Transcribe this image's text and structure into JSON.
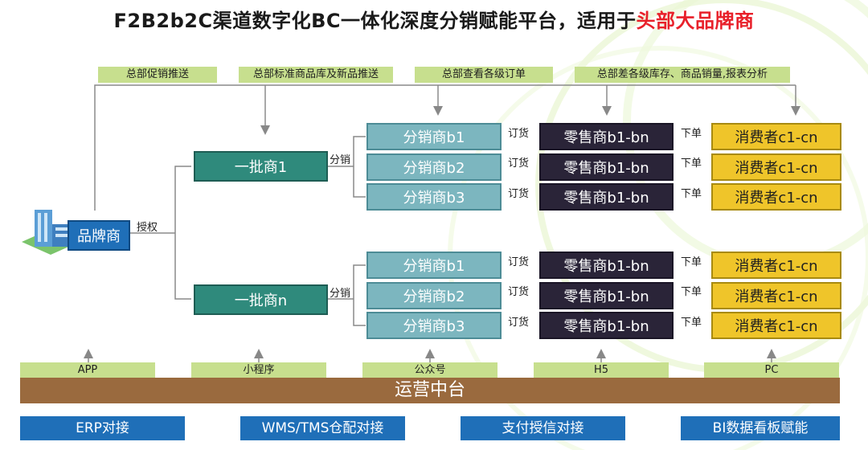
{
  "title": {
    "main": "F2B2b2C渠道数字化BC一体化深度分销赋能平台，适用于",
    "highlight": "头部大品牌商"
  },
  "top_tags": [
    "总部促销推送",
    "总部标准商品库及新品推送",
    "总部查看各级订单",
    "总部差各级库存、商品销量,报表分析"
  ],
  "brand": {
    "label": "品牌商",
    "auth_label": "授权"
  },
  "first_tier": [
    {
      "label": "一批商1",
      "edge_label": "分销"
    },
    {
      "label": "一批商n",
      "edge_label": "分销"
    }
  ],
  "groups": [
    {
      "rows": [
        {
          "dist": "分销商b1",
          "order": "订货",
          "retail": "零售商b1-bn",
          "place": "下单",
          "consumer": "消费者c1-cn"
        },
        {
          "dist": "分销商b2",
          "order": "订货",
          "retail": "零售商b1-bn",
          "place": "下单",
          "consumer": "消费者c1-cn"
        },
        {
          "dist": "分销商b3",
          "order": "订货",
          "retail": "零售商b1-bn",
          "place": "下单",
          "consumer": "消费者c1-cn"
        }
      ]
    },
    {
      "rows": [
        {
          "dist": "分销商b1",
          "order": "订货",
          "retail": "零售商b1-bn",
          "place": "下单",
          "consumer": "消费者c1-cn"
        },
        {
          "dist": "分销商b2",
          "order": "订货",
          "retail": "零售商b1-bn",
          "place": "下单",
          "consumer": "消费者c1-cn"
        },
        {
          "dist": "分销商b3",
          "order": "订货",
          "retail": "零售商b1-bn",
          "place": "下单",
          "consumer": "消费者c1-cn"
        }
      ]
    }
  ],
  "channels": [
    "APP",
    "小程序",
    "公众号",
    "H5",
    "PC"
  ],
  "platform": "运营中台",
  "integrations": [
    "ERP对接",
    "WMS/TMS仓配对接",
    "支付授信对接",
    "BI数据看板赋能"
  ],
  "colors": {
    "brand_blue": "#1f6fb8",
    "first_tier_teal": "#2f8a7c",
    "distributor_teal": "#7cb6bf",
    "retailer_dark": "#2a2438",
    "consumer_yellow": "#efc52a",
    "tag_green": "#c7df8e",
    "platform_brown": "#9a6a3e",
    "highlight_red": "#e8202a"
  }
}
